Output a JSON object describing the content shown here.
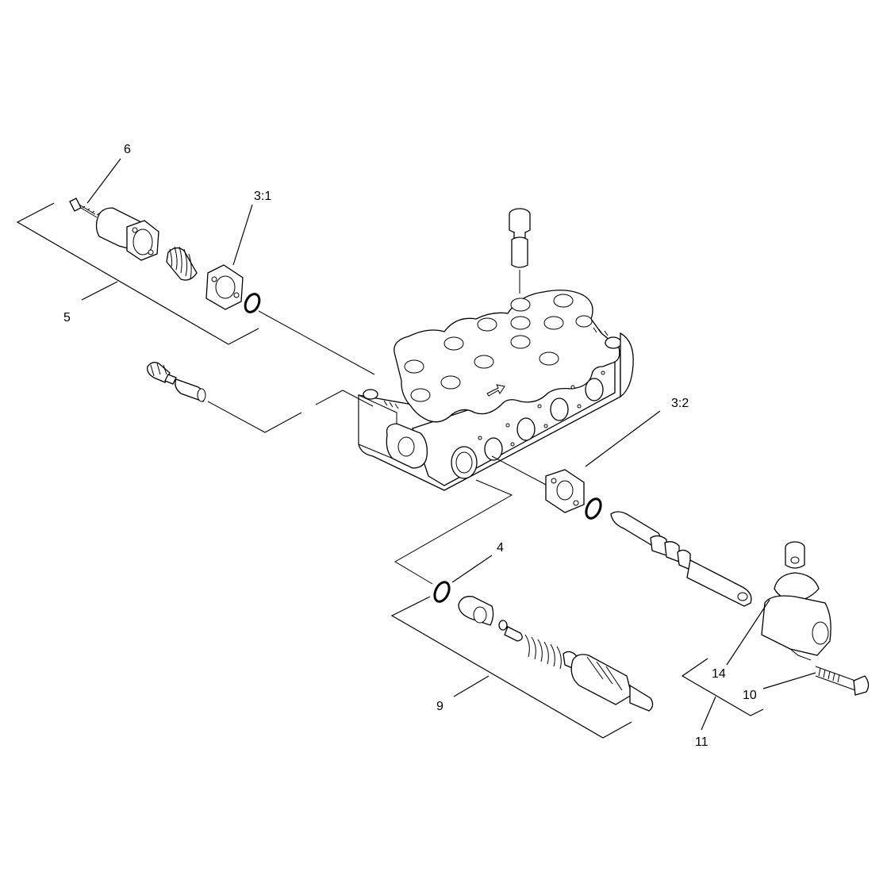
{
  "labels": {
    "l6": "6",
    "l3_1": "3:1",
    "l5": "5",
    "l3_2": "3:2",
    "l4": "4",
    "l9": "9",
    "l14": "14",
    "l10": "10",
    "l11": "11"
  }
}
